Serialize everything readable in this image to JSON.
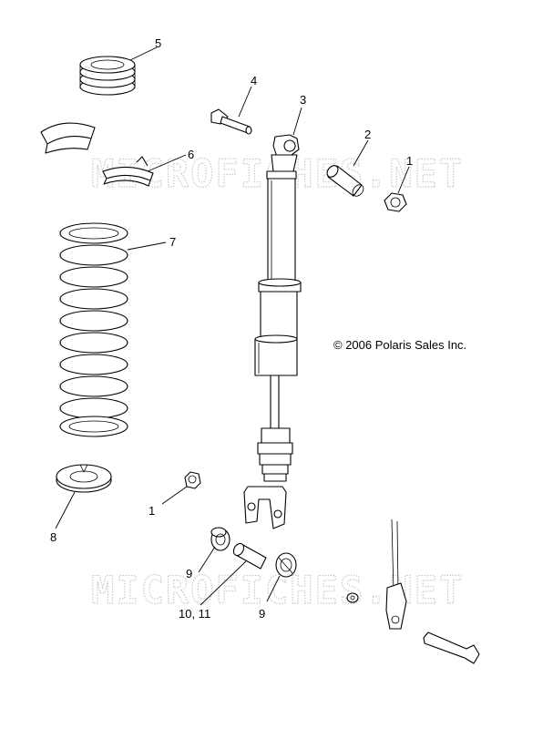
{
  "watermark": "MICROFICHES.NET",
  "copyright": "© 2006 Polaris Sales Inc.",
  "callouts": {
    "c1a": "1",
    "c2": "2",
    "c3": "3",
    "c4": "4",
    "c5": "5",
    "c6": "6",
    "c7": "7",
    "c8": "8",
    "c1b": "1",
    "c9a": "9",
    "c10_11": "10, 11",
    "c9b": "9"
  }
}
